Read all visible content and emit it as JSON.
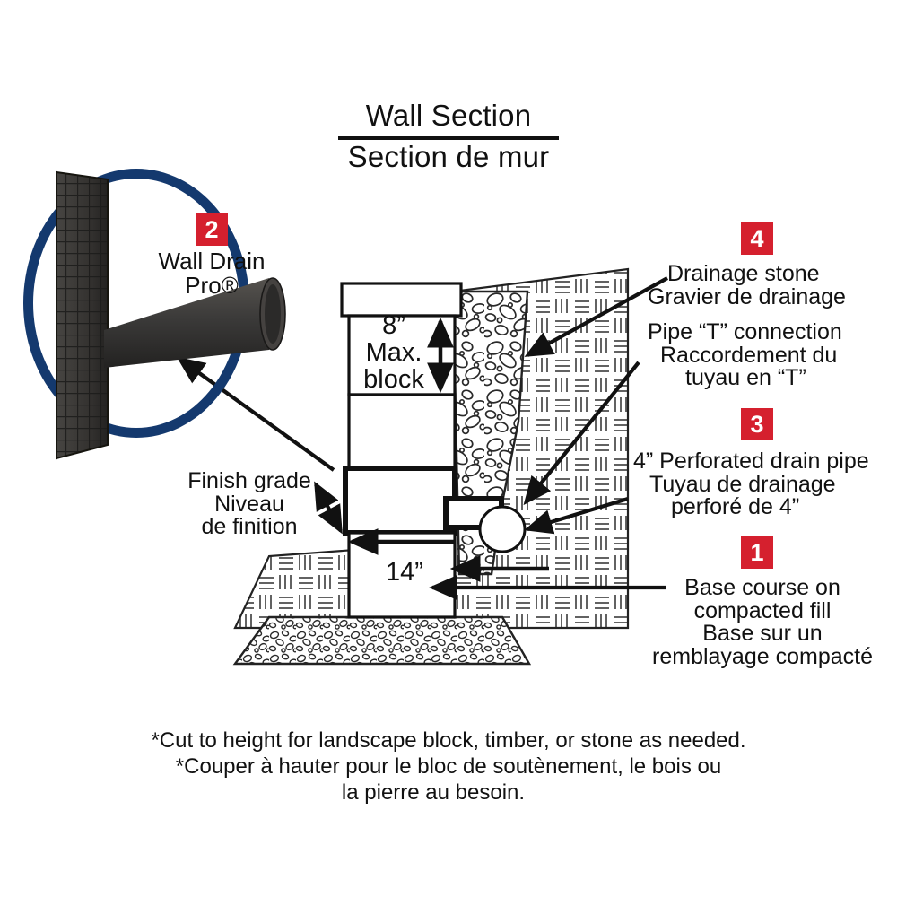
{
  "title": {
    "english": "Wall Section",
    "french": "Section de mur"
  },
  "product": {
    "badge": "2",
    "name_line1": "Wall Drain",
    "name_line2": "Pro®",
    "ring_color": "#14396e",
    "body_color": "#3b3a39"
  },
  "colors": {
    "badge_red": "#d5202e",
    "ink": "#111111",
    "paper": "#ffffff"
  },
  "dimensions": {
    "block_height": "8”",
    "block_height_note_line1": "Max.",
    "block_height_note_line2": "block",
    "base_width": "14”"
  },
  "callouts": [
    {
      "badge": "4",
      "english": "Drainage stone",
      "french": "Gravier de drainage"
    },
    {
      "badge": "",
      "english": "Pipe “T” connection",
      "french_line1": "Raccordement du",
      "french_line2": "tuyau en “T”"
    },
    {
      "badge": "3",
      "english": "4” Perforated drain pipe",
      "french_line1": "Tuyau de drainage",
      "french_line2": "perforé de 4”"
    },
    {
      "badge": "1",
      "english_line1": "Base course on",
      "english_line2": "compacted fill",
      "french_line1": "Base sur un",
      "french_line2": "remblayage compacté"
    }
  ],
  "finish_grade": {
    "english": "Finish grade",
    "french_line1": "Niveau",
    "french_line2": "de finition"
  },
  "footnotes": {
    "line1": "*Cut to height for landscape block, timber, or stone as needed.",
    "line2": "*Couper à hauter pour le bloc de soutènement, le bois ou",
    "line3": "la pierre au besoin."
  }
}
